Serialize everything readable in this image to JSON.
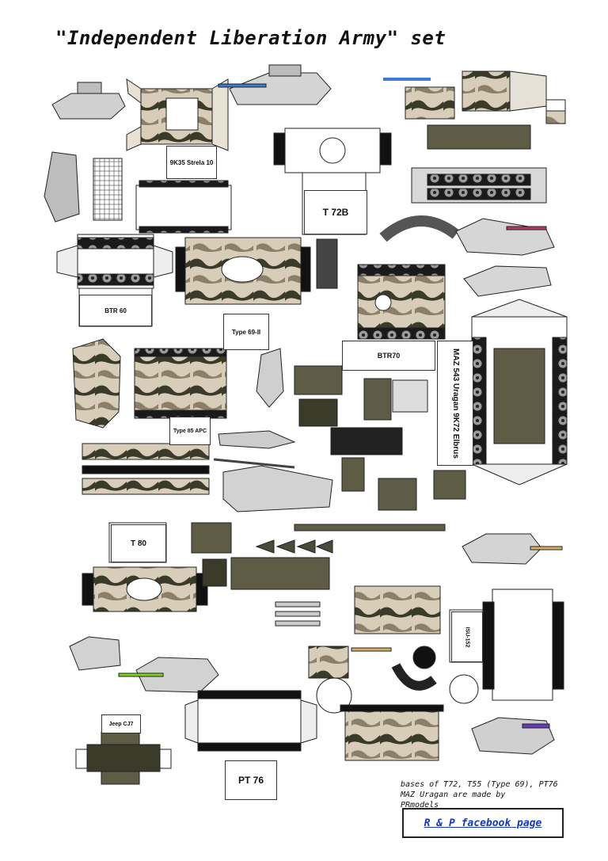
{
  "title": "\"Independent Liberation Army\" set",
  "labels": {
    "strela": "9K35 Strela 10",
    "t72b": "T 72B",
    "btr60": "BTR 60",
    "type69": "Type 69-II",
    "btr70": "BTR70",
    "maz": "MAZ 543 Uragan 9K72 Elbrus",
    "type85": "Type 85 APC",
    "t80": "T 80",
    "isu152": "ISU-152",
    "jeep": "Jeep CJ7",
    "pt76": "PT 76"
  },
  "note": {
    "line1": "bases of T72, T55 (Type 69), PT76",
    "line2": "MAZ Uragan are made by",
    "line3": "PRmodels"
  },
  "facebook_link": "R & P facebook page",
  "colors": {
    "part_outline": "#222222",
    "camo_light": "#d8cdb8",
    "camo_dark": "#3b3b2a",
    "olive": "#5e5c44",
    "grey_model": "#c8c8c8",
    "link": "#1538c4"
  }
}
